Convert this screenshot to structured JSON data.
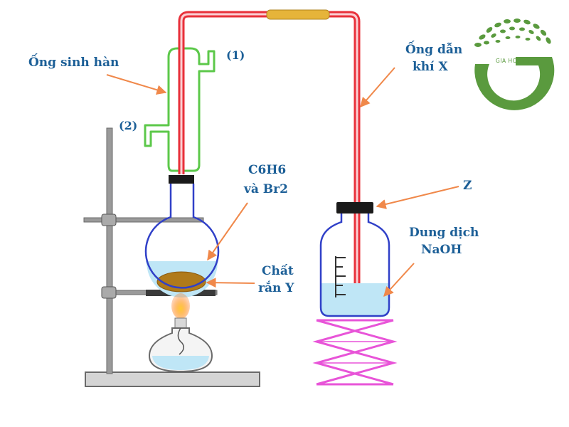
{
  "labels": {
    "condenser": "Ống sinh hàn",
    "inlet_1": "(1)",
    "inlet_2": "(2)",
    "gas_tube_line1": "Ống dẫn",
    "gas_tube_line2": "khí X",
    "reactants_line1": "C6H6",
    "reactants_line2": "và Br2",
    "solid_line1": "Chất",
    "solid_line2": "rắn Y",
    "stopper_z": "Z",
    "naoh_line1": "Dung dịch",
    "naoh_line2": "NaOH"
  },
  "logo": {
    "brand": "GIA HOÀNG"
  },
  "colors": {
    "label": "#1c5f97",
    "arrow": "#f0884a",
    "condenser": "#5cc84a",
    "tube": "#e8303a",
    "glass": "#3040c8",
    "solution": "#bfe6f6",
    "solid": "#b07a1a",
    "spring": "#e854d8",
    "stand": "#8a8a8a",
    "logo_green": "#5a9a3e"
  }
}
